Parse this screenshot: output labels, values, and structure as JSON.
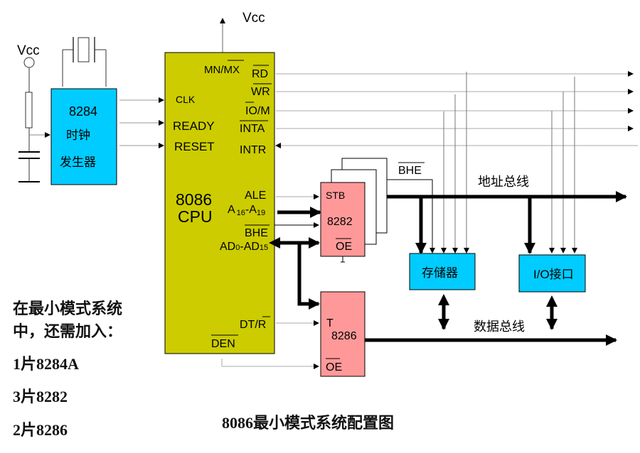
{
  "title": "8086最小模式系统配置图",
  "colors": {
    "cpu_fill": "#cccc00",
    "clock_fill": "#00ccff",
    "latch_fill": "#ff9999",
    "memory_fill": "#00ccff",
    "io_fill": "#00ccff",
    "wire": "#999999",
    "bus": "#000000"
  },
  "power": {
    "vcc_left": "Vcc",
    "vcc_top": "Vcc"
  },
  "clock_generator": {
    "name": "8284",
    "line1": "时钟",
    "line2": "发生器"
  },
  "cpu": {
    "name_line1": "8086",
    "name_line2": "CPU",
    "pins_left": [
      "CLK",
      "READY",
      "RESET"
    ],
    "pin_mnmx": "MN/MX",
    "pin_rd": "RD",
    "pin_wr": "WR",
    "pin_iom": "IO/M",
    "pin_inta": "INTA",
    "pin_intr": "INTR",
    "pin_ale": "ALE",
    "pin_a_main": "A",
    "pin_a_sub1": "16",
    "pin_a_dash": "-A",
    "pin_a_sub2": "19",
    "pin_bhe": "BHE",
    "pin_ad_main": "AD",
    "pin_ad_sub1": "0",
    "pin_ad_dash": "-AD",
    "pin_ad_sub2": "15",
    "pin_dtr": "DT/R",
    "pin_den": "DEN"
  },
  "latch": {
    "name": "8282",
    "pin_stb": "STB",
    "pin_oe": "OE",
    "bhe_label": "BHE"
  },
  "transceiver": {
    "name": "8286",
    "pin_t": "T",
    "pin_oe": "OE"
  },
  "memory": {
    "label": "存储器"
  },
  "io": {
    "label": "I/O接口"
  },
  "buses": {
    "address": "地址总线",
    "data": "数据总线"
  },
  "notes": {
    "line1": "在最小模式系统",
    "line2": "中，还需加入：",
    "item1": "1片8284A",
    "item2": "3片8282",
    "item3": "2片8286"
  }
}
